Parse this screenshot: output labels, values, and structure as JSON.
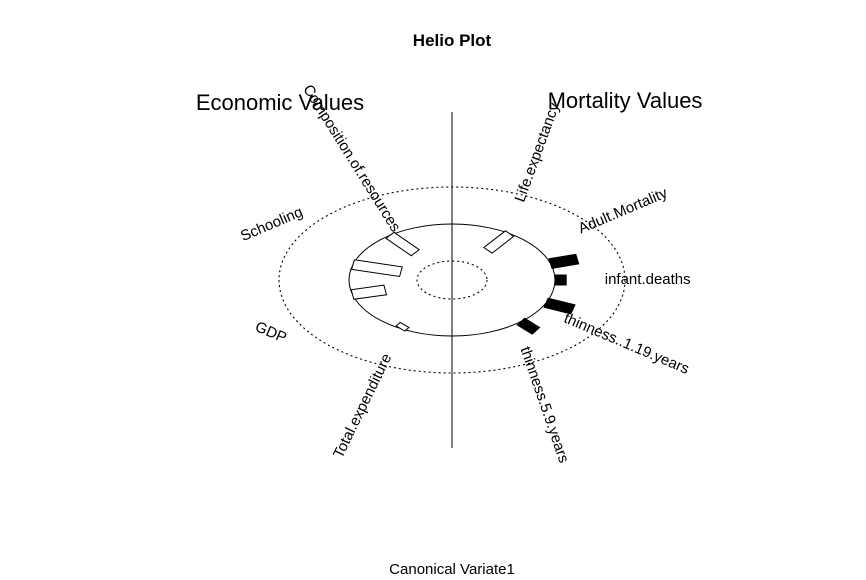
{
  "chart_data": {
    "type": "helio",
    "title": "Helio Plot",
    "xlabel": "Canonical Variate1",
    "groups": [
      {
        "name": "Economic Values",
        "side": "left",
        "variables": [
          {
            "label": "Total.expenditure",
            "value": 0.1,
            "direction": "positive"
          },
          {
            "label": "GDP",
            "value": 0.42,
            "direction": "positive"
          },
          {
            "label": "Schooling",
            "value": 0.62,
            "direction": "positive"
          },
          {
            "label": "Composition.of.resources",
            "value": 0.52,
            "direction": "positive"
          }
        ]
      },
      {
        "name": "Mortality Values",
        "side": "right",
        "variables": [
          {
            "label": "Life.expectancy",
            "value": 0.48,
            "direction": "positive"
          },
          {
            "label": "Adult.Mortality",
            "value": 0.4,
            "direction": "negative"
          },
          {
            "label": "infant.deaths",
            "value": 0.16,
            "direction": "negative"
          },
          {
            "label": "thinness..1.19.years",
            "value": 0.42,
            "direction": "negative"
          },
          {
            "label": "thinness.5.9.years",
            "value": 0.32,
            "direction": "negative"
          }
        ]
      }
    ],
    "legend": "none",
    "grid": false,
    "colors": {
      "positive": "#ffffff",
      "negative": "#000000",
      "stroke": "#000000"
    }
  }
}
